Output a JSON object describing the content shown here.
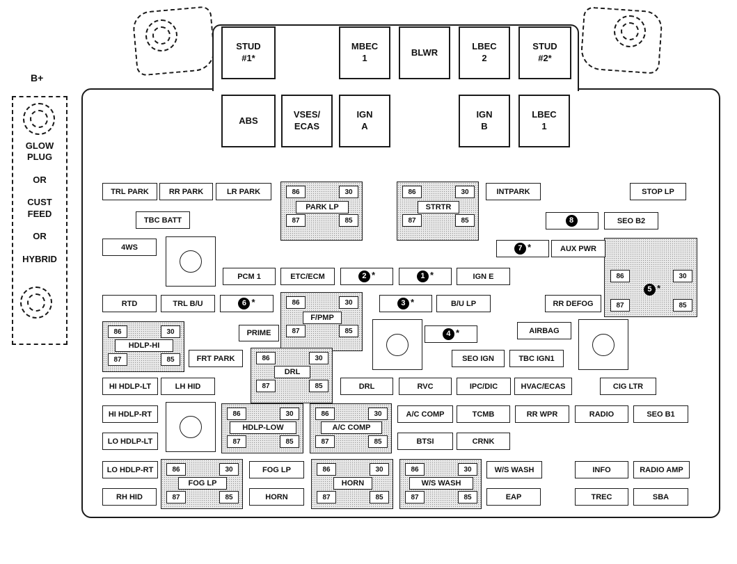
{
  "terminals": {
    "tl": "86",
    "tr": "30",
    "bl": "87",
    "br": "85"
  },
  "left": {
    "bplus": "B+",
    "feed_text": "GLOW\nPLUG\n\nOR\n\nCUST\nFEED\n\nOR\n\nHYBRID"
  },
  "maxi": {
    "stud1": "STUD\n#1*",
    "mbec1": "MBEC\n1",
    "blwr": "BLWR",
    "lbec2": "LBEC\n2",
    "stud2": "STUD\n#2*",
    "abs": "ABS",
    "vses": "VSES/\nECAS",
    "ign_a": "IGN\nA",
    "ign_b": "IGN\nB",
    "lbec1": "LBEC\n1"
  },
  "relays": {
    "park_lp": "PARK LP",
    "strtr": "STRTR",
    "f_pmp": "F/PMP",
    "hdlp_hi": "HDLP-HI",
    "drl": "DRL",
    "hdlp_low": "HDLP-LOW",
    "ac_comp": "A/C COMP",
    "fog_lp": "FOG LP",
    "horn": "HORN",
    "ws_wash": "W/S WASH"
  },
  "numbered": {
    "n1": {
      "num": "1",
      "star": "*"
    },
    "n2": {
      "num": "2",
      "star": "*"
    },
    "n3": {
      "num": "3",
      "star": "*"
    },
    "n4": {
      "num": "4",
      "star": "*"
    },
    "n5": {
      "num": "5",
      "star": "*"
    },
    "n6": {
      "num": "6",
      "star": "*"
    },
    "n7": {
      "num": "7",
      "star": "*"
    },
    "n8": {
      "num": "8",
      "star": ""
    }
  },
  "fuses": {
    "trl_park": "TRL PARK",
    "rr_park": "RR PARK",
    "lr_park": "LR PARK",
    "intpark": "INTPARK",
    "stop_lp": "STOP LP",
    "tbc_batt": "TBC BATT",
    "seo_b2": "SEO B2",
    "fourws": "4WS",
    "aux_pwr": "AUX PWR",
    "pcm1": "PCM 1",
    "etc_ecm": "ETC/ECM",
    "ign_e": "IGN E",
    "rtd": "RTD",
    "trl_bu": "TRL B/U",
    "bu_lp": "B/U LP",
    "rr_defog": "RR DEFOG",
    "prime": "PRIME",
    "airbag": "AIRBAG",
    "frt_park": "FRT PARK",
    "seo_ign": "SEO IGN",
    "tbc_ign1": "TBC IGN1",
    "hi_hdlp_lt": "HI HDLP-LT",
    "lh_hid": "LH HID",
    "drl": "DRL",
    "rvc": "RVC",
    "ipc_dic": "IPC/DIC",
    "hvac_ecas": "HVAC/ECAS",
    "cig_ltr": "CIG LTR",
    "hi_hdlp_rt": "HI HDLP-RT",
    "ac_comp": "A/C COMP",
    "tcmb": "TCMB",
    "rr_wpr": "RR WPR",
    "radio": "RADIO",
    "seo_b1": "SEO B1",
    "lo_hdlp_lt": "LO HDLP-LT",
    "btsi": "BTSI",
    "crnk": "CRNK",
    "lo_hdlp_rt": "LO HDLP-RT",
    "fog_lp": "FOG LP",
    "ws_wash": "W/S WASH",
    "info": "INFO",
    "radio_amp": "RADIO AMP",
    "rh_hid": "RH HID",
    "horn": "HORN",
    "eap": "EAP",
    "trec": "TREC",
    "sba": "SBA"
  }
}
